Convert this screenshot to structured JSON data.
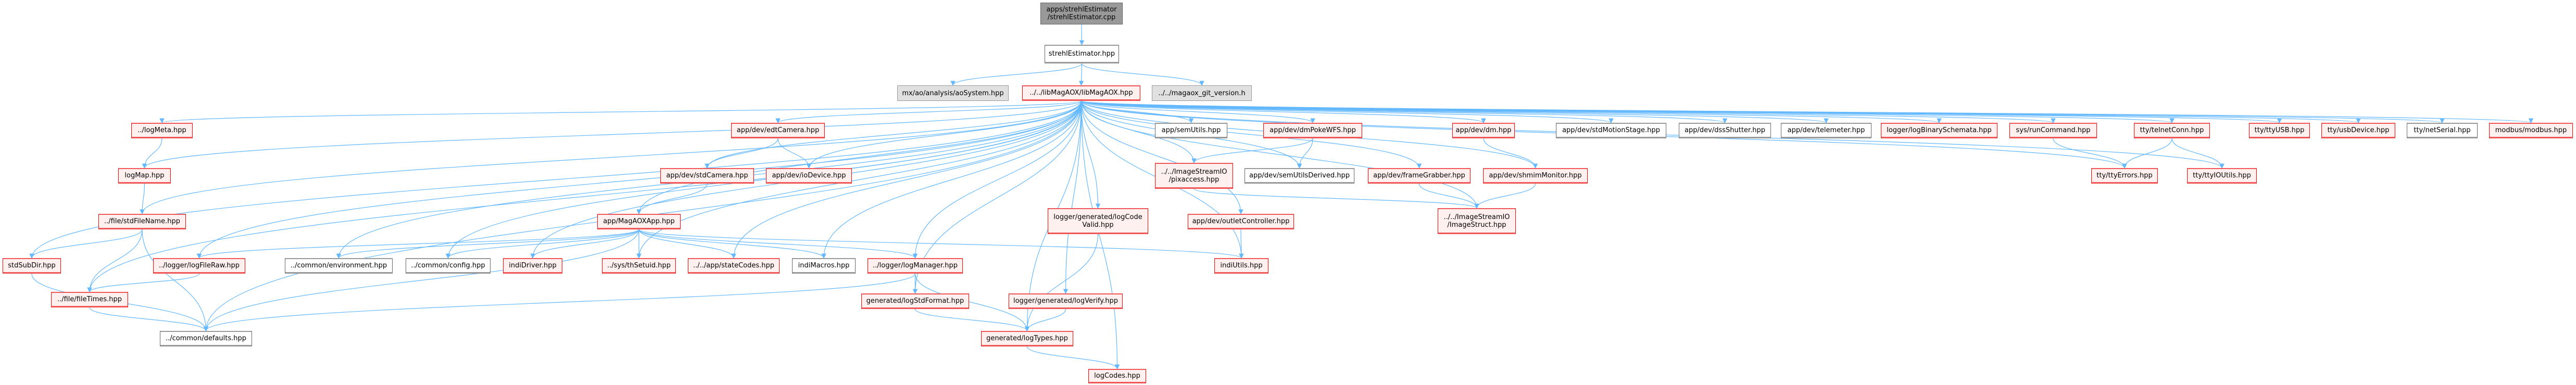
{
  "graph": {
    "title": "apps/strehlEstimator/strehlEstimator.cpp include dependency graph",
    "colors": {
      "edge": "#63b8ff",
      "red_border": "#ff0000",
      "red_fill": "#fff0f0",
      "root_fill": "#999999",
      "grey_fill": "#e0e0e0"
    },
    "nodes": [
      {
        "id": "root",
        "label": "apps/strehlEstimator\n/strehlEstimator.cpp",
        "kind": "root"
      },
      {
        "id": "strehl",
        "label": "strehlEstimator.hpp",
        "kind": "white"
      },
      {
        "id": "aosys",
        "label": "mx/ao/analysis/aoSystem.hpp",
        "kind": "grey"
      },
      {
        "id": "libmagaox",
        "label": "../../libMagAOX/libMagAOX.hpp",
        "kind": "red"
      },
      {
        "id": "gitver",
        "label": "../../magaox_git_version.h",
        "kind": "grey"
      },
      {
        "id": "logmeta",
        "label": "../logMeta.hpp",
        "kind": "red"
      },
      {
        "id": "edtcam",
        "label": "app/dev/edtCamera.hpp",
        "kind": "red"
      },
      {
        "id": "semutils",
        "label": "app/semUtils.hpp",
        "kind": "white"
      },
      {
        "id": "dmpoke",
        "label": "app/dev/dmPokeWFS.hpp",
        "kind": "red"
      },
      {
        "id": "dm",
        "label": "app/dev/dm.hpp",
        "kind": "red"
      },
      {
        "id": "stdmotion",
        "label": "app/dev/stdMotionStage.hpp",
        "kind": "white"
      },
      {
        "id": "dssshutter",
        "label": "app/dev/dssShutter.hpp",
        "kind": "white"
      },
      {
        "id": "telemeter",
        "label": "app/dev/telemeter.hpp",
        "kind": "white"
      },
      {
        "id": "logbinary",
        "label": "logger/logBinarySchemata.hpp",
        "kind": "red"
      },
      {
        "id": "runcmd",
        "label": "sys/runCommand.hpp",
        "kind": "red"
      },
      {
        "id": "telnet",
        "label": "tty/telnetConn.hpp",
        "kind": "red"
      },
      {
        "id": "ttyusb",
        "label": "tty/ttyUSB.hpp",
        "kind": "red"
      },
      {
        "id": "usbdev",
        "label": "tty/usbDevice.hpp",
        "kind": "red"
      },
      {
        "id": "netserial",
        "label": "tty/netSerial.hpp",
        "kind": "white"
      },
      {
        "id": "modbus",
        "label": "modbus/modbus.hpp",
        "kind": "red"
      },
      {
        "id": "logmap",
        "label": "logMap.hpp",
        "kind": "red"
      },
      {
        "id": "stdcam",
        "label": "app/dev/stdCamera.hpp",
        "kind": "red"
      },
      {
        "id": "iodev",
        "label": "app/dev/ioDevice.hpp",
        "kind": "red"
      },
      {
        "id": "pixaccess",
        "label": "../../ImageStreamIO\n/pixaccess.hpp",
        "kind": "red"
      },
      {
        "id": "semderived",
        "label": "app/dev/semUtilsDerived.hpp",
        "kind": "white"
      },
      {
        "id": "framegrab",
        "label": "app/dev/frameGrabber.hpp",
        "kind": "red"
      },
      {
        "id": "shmim",
        "label": "app/dev/shmimMonitor.hpp",
        "kind": "red"
      },
      {
        "id": "ttyerrors",
        "label": "tty/ttyErrors.hpp",
        "kind": "red"
      },
      {
        "id": "ttyioutils",
        "label": "tty/ttyIOUtils.hpp",
        "kind": "red"
      },
      {
        "id": "stdfilename",
        "label": "../file/stdFileName.hpp",
        "kind": "red"
      },
      {
        "id": "magaoxapp",
        "label": "app/MagAOXApp.hpp",
        "kind": "red"
      },
      {
        "id": "logcodevalid",
        "label": "logger/generated/logCode\nValid.hpp",
        "kind": "red"
      },
      {
        "id": "outletctrl",
        "label": "app/dev/outletController.hpp",
        "kind": "red"
      },
      {
        "id": "imagestruct",
        "label": "../../ImageStreamIO\n/ImageStruct.hpp",
        "kind": "red"
      },
      {
        "id": "stdsubdir",
        "label": "stdSubDir.hpp",
        "kind": "red"
      },
      {
        "id": "logfileraw",
        "label": "../logger/logFileRaw.hpp",
        "kind": "red"
      },
      {
        "id": "environment",
        "label": "../common/environment.hpp",
        "kind": "white"
      },
      {
        "id": "config",
        "label": "../common/config.hpp",
        "kind": "white"
      },
      {
        "id": "indidriver",
        "label": "indiDriver.hpp",
        "kind": "red"
      },
      {
        "id": "thsetuid",
        "label": "../sys/thSetuid.hpp",
        "kind": "red"
      },
      {
        "id": "statecodes",
        "label": "../../app/stateCodes.hpp",
        "kind": "red"
      },
      {
        "id": "indimacros",
        "label": "indiMacros.hpp",
        "kind": "white"
      },
      {
        "id": "logmanager",
        "label": "../logger/logManager.hpp",
        "kind": "red"
      },
      {
        "id": "indiutils",
        "label": "indiUtils.hpp",
        "kind": "red"
      },
      {
        "id": "filetimes",
        "label": "../file/fileTimes.hpp",
        "kind": "red"
      },
      {
        "id": "logstdformat",
        "label": "generated/logStdFormat.hpp",
        "kind": "red"
      },
      {
        "id": "logverify",
        "label": "logger/generated/logVerify.hpp",
        "kind": "red"
      },
      {
        "id": "defaults",
        "label": "../common/defaults.hpp",
        "kind": "white"
      },
      {
        "id": "logtypes",
        "label": "generated/logTypes.hpp",
        "kind": "red"
      },
      {
        "id": "logcodes",
        "label": "logCodes.hpp",
        "kind": "red"
      }
    ],
    "edges": [
      [
        "root",
        "strehl"
      ],
      [
        "strehl",
        "aosys"
      ],
      [
        "strehl",
        "libmagaox"
      ],
      [
        "strehl",
        "gitver"
      ],
      [
        "libmagaox",
        "logmeta"
      ],
      [
        "libmagaox",
        "edtcam"
      ],
      [
        "libmagaox",
        "semutils"
      ],
      [
        "libmagaox",
        "dmpoke"
      ],
      [
        "libmagaox",
        "dm"
      ],
      [
        "libmagaox",
        "stdmotion"
      ],
      [
        "libmagaox",
        "dssshutter"
      ],
      [
        "libmagaox",
        "telemeter"
      ],
      [
        "libmagaox",
        "logbinary"
      ],
      [
        "libmagaox",
        "runcmd"
      ],
      [
        "libmagaox",
        "telnet"
      ],
      [
        "libmagaox",
        "ttyusb"
      ],
      [
        "libmagaox",
        "usbdev"
      ],
      [
        "libmagaox",
        "netserial"
      ],
      [
        "libmagaox",
        "modbus"
      ],
      [
        "libmagaox",
        "logmap"
      ],
      [
        "libmagaox",
        "stdcam"
      ],
      [
        "libmagaox",
        "iodev"
      ],
      [
        "libmagaox",
        "pixaccess"
      ],
      [
        "libmagaox",
        "semderived"
      ],
      [
        "libmagaox",
        "framegrab"
      ],
      [
        "libmagaox",
        "shmim"
      ],
      [
        "libmagaox",
        "ttyerrors"
      ],
      [
        "libmagaox",
        "ttyioutils"
      ],
      [
        "libmagaox",
        "stdfilename"
      ],
      [
        "libmagaox",
        "magaoxapp"
      ],
      [
        "libmagaox",
        "logcodevalid"
      ],
      [
        "libmagaox",
        "outletctrl"
      ],
      [
        "libmagaox",
        "imagestruct"
      ],
      [
        "libmagaox",
        "stdsubdir"
      ],
      [
        "libmagaox",
        "logfileraw"
      ],
      [
        "libmagaox",
        "environment"
      ],
      [
        "libmagaox",
        "config"
      ],
      [
        "libmagaox",
        "indidriver"
      ],
      [
        "libmagaox",
        "thsetuid"
      ],
      [
        "libmagaox",
        "statecodes"
      ],
      [
        "libmagaox",
        "indimacros"
      ],
      [
        "libmagaox",
        "logmanager"
      ],
      [
        "libmagaox",
        "indiutils"
      ],
      [
        "libmagaox",
        "filetimes"
      ],
      [
        "libmagaox",
        "logstdformat"
      ],
      [
        "libmagaox",
        "logverify"
      ],
      [
        "libmagaox",
        "defaults"
      ],
      [
        "libmagaox",
        "logtypes"
      ],
      [
        "libmagaox",
        "logcodes"
      ],
      [
        "logmeta",
        "logmap"
      ],
      [
        "logmap",
        "stdfilename"
      ],
      [
        "edtcam",
        "stdcam"
      ],
      [
        "edtcam",
        "iodev"
      ],
      [
        "dmpoke",
        "pixaccess"
      ],
      [
        "dmpoke",
        "semderived"
      ],
      [
        "dm",
        "shmim"
      ],
      [
        "telnet",
        "ttyerrors"
      ],
      [
        "telnet",
        "ttyioutils"
      ],
      [
        "runcmd",
        "ttyerrors"
      ],
      [
        "stdcam",
        "magaoxapp"
      ],
      [
        "pixaccess",
        "imagestruct"
      ],
      [
        "framegrab",
        "imagestruct"
      ],
      [
        "shmim",
        "imagestruct"
      ],
      [
        "stdfilename",
        "stdsubdir"
      ],
      [
        "stdfilename",
        "filetimes"
      ],
      [
        "stdfilename",
        "defaults"
      ],
      [
        "magaoxapp",
        "logfileraw"
      ],
      [
        "magaoxapp",
        "environment"
      ],
      [
        "magaoxapp",
        "config"
      ],
      [
        "magaoxapp",
        "indidriver"
      ],
      [
        "magaoxapp",
        "thsetuid"
      ],
      [
        "magaoxapp",
        "statecodes"
      ],
      [
        "magaoxapp",
        "indimacros"
      ],
      [
        "magaoxapp",
        "logmanager"
      ],
      [
        "magaoxapp",
        "indiutils"
      ],
      [
        "magaoxapp",
        "defaults"
      ],
      [
        "outletctrl",
        "indiutils"
      ],
      [
        "logcodevalid",
        "logtypes"
      ],
      [
        "stdsubdir",
        "defaults"
      ],
      [
        "logfileraw",
        "filetimes"
      ],
      [
        "filetimes",
        "defaults"
      ],
      [
        "logmanager",
        "defaults"
      ],
      [
        "logmanager",
        "logstdformat"
      ],
      [
        "logmanager",
        "logtypes"
      ],
      [
        "logstdformat",
        "logtypes"
      ],
      [
        "logverify",
        "logtypes"
      ],
      [
        "logtypes",
        "logcodes"
      ]
    ]
  }
}
